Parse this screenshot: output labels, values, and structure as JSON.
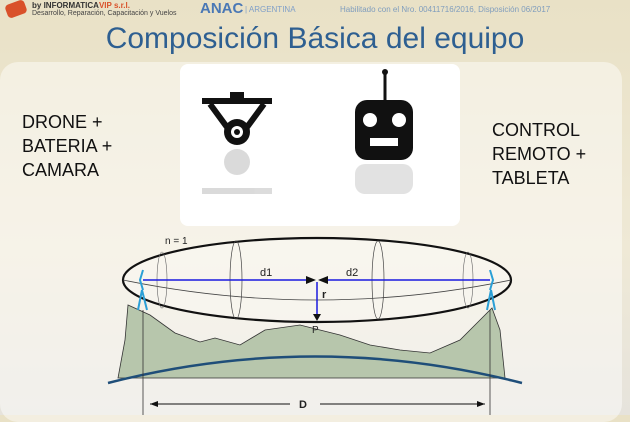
{
  "header": {
    "brand_prefix": "by ",
    "brand_name": "INFORMATICA",
    "brand_suffix": "VIP s.r.l.",
    "tagline": "Desarrollo, Reparación, Capacitación y Vuelos",
    "anac": "ANAC",
    "anac_country": "| ARGENTINA",
    "habilitation": "Habilitado con el Nro. 00411716/2016, Disposición 06/2017"
  },
  "slide": {
    "title": "Composición Básica del equipo",
    "left_text": [
      "DRONE +",
      "BATERIA +",
      "CAMARA"
    ],
    "right_text": [
      "CONTROL",
      "REMOTO +",
      "TABLETA"
    ]
  },
  "diagram": {
    "n_label": "n = 1",
    "d1": "d1",
    "d2": "d2",
    "r": "r",
    "p": "P",
    "d": "D"
  }
}
